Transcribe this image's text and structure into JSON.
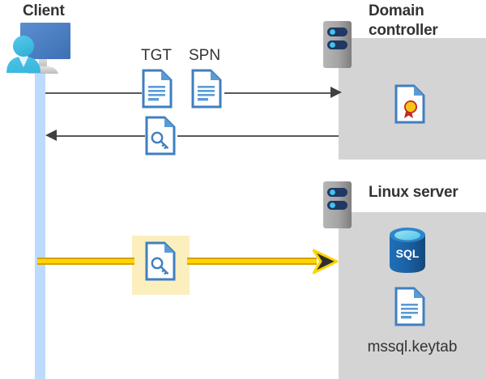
{
  "diagram": {
    "title_client": "Client",
    "title_domain_controller": "Domain\ncontroller",
    "title_domain_controller_line1": "Domain",
    "title_domain_controller_line2": "controller",
    "title_linux_server": "Linux server",
    "keytab_filename": "mssql.keytab",
    "labels": {
      "tgt": "TGT",
      "spn": "SPN"
    },
    "icons": {
      "client": "client-computer-user-icon",
      "server_rack": "server-rack-icon",
      "document_tgt": "document-icon",
      "document_spn": "document-icon",
      "document_key": "key-document-icon",
      "certificate": "certificate-document-icon",
      "sql_database": "sql-database-icon",
      "keytab_document": "document-icon",
      "arrow_right": "arrow-right-icon",
      "arrow_left": "arrow-left-icon",
      "arrow_right_yellow": "yellow-arrow-right-icon"
    },
    "colors": {
      "panel_gray": "#D4D4D4",
      "lifeline_blue": "#BDDBFC",
      "doc_blue": "#3F7FC1",
      "doc_fold_blue": "#5B9BD5",
      "arrow_gray": "#595959",
      "highlight_yellow": "#FCEFBE",
      "arrow_yellow": "#FFD400",
      "arrow_yellow_dark": "#D4A200",
      "heading_text": "#333333",
      "sql_blue": "#1B629E",
      "cert_gold": "#F5C518",
      "cert_ribbon_red": "#C5291E",
      "server_gray": "#9D9D9D",
      "server_pill_navy": "#1F3864"
    },
    "flows": [
      {
        "id": "flow-1",
        "from": "Client",
        "to": "Domain controller",
        "direction": "right",
        "artifacts": [
          "TGT",
          "SPN"
        ]
      },
      {
        "id": "flow-2",
        "from": "Domain controller",
        "to": "Client",
        "direction": "left",
        "artifacts": [
          "key-document"
        ]
      },
      {
        "id": "flow-3",
        "from": "Client",
        "to": "Linux server",
        "direction": "right",
        "artifacts": [
          "key-document"
        ],
        "highlighted": true
      }
    ]
  }
}
